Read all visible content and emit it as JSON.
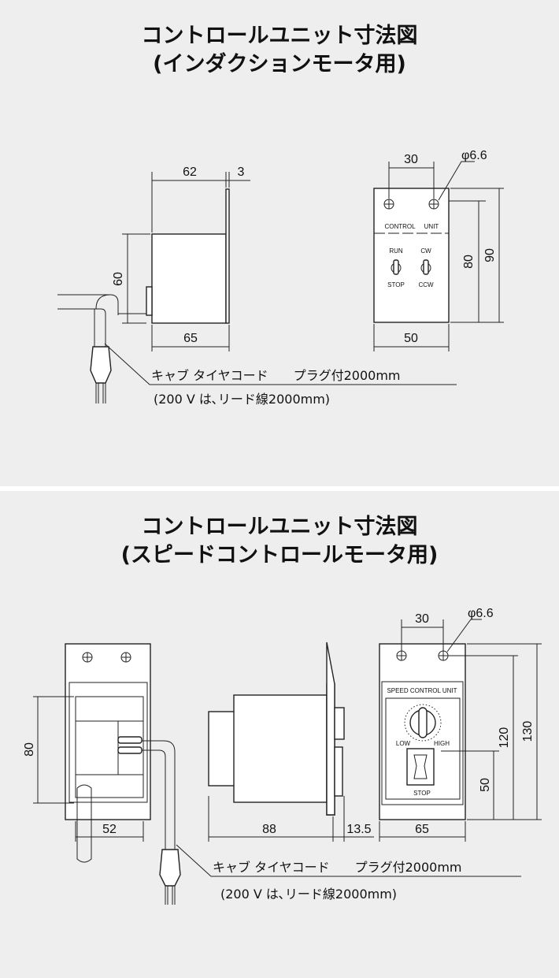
{
  "induction": {
    "title_line1": "コントロールユニット寸法図",
    "title_line2": "(インダクションモータ用)",
    "dims": {
      "d62": "62",
      "d3": "3",
      "d60": "60",
      "d65": "65",
      "d30": "30",
      "phi": "φ6.6",
      "d80": "80",
      "d90": "90",
      "d50": "50"
    },
    "panel_labels": {
      "control": "CONTROL",
      "unit": "UNIT",
      "run": "RUN",
      "stop": "STOP",
      "cw": "CW",
      "ccw": "CCW"
    },
    "cable_label": "キャブ タイヤコード　　プラグ付2000mm",
    "cable_note": "(200 V は､リード線2000mm)"
  },
  "speed": {
    "title_line1": "コントロールユニット寸法図",
    "title_line2": "(スピードコントロールモータ用)",
    "dims": {
      "d80": "80",
      "d52": "52",
      "d88": "88",
      "d135": "13.5",
      "d65": "65",
      "d30": "30",
      "phi": "φ6.6",
      "d120": "120",
      "d130": "130",
      "d50": "50"
    },
    "panel_labels": {
      "unit": "SPEED CONTROL UNIT",
      "low": "LOW",
      "high": "HIGH",
      "stop": "STOP"
    },
    "cable_label": "キャブ タイヤコード　　プラグ付2000mm",
    "cable_note": "(200 V は､リード線2000mm)"
  }
}
